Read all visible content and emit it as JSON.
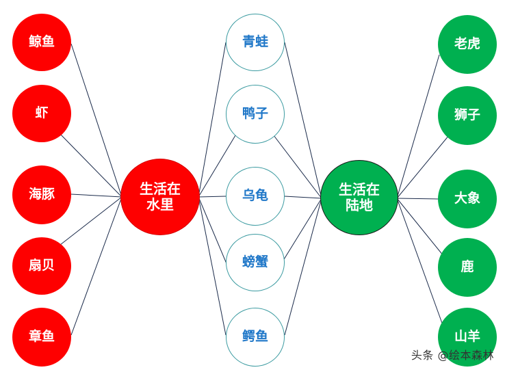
{
  "hubs": {
    "water": "生活在\n水里",
    "land": "生活在\n陆地"
  },
  "water_animals": [
    "鲸鱼",
    "虾",
    "海豚",
    "扇贝",
    "章鱼"
  ],
  "both_animals": [
    "青蛙",
    "鸭子",
    "乌龟",
    "螃蟹",
    "鳄鱼"
  ],
  "land_animals": [
    "老虎",
    "狮子",
    "大象",
    "鹿",
    "山羊"
  ],
  "watermark": "头条 @绘本森林",
  "colors": {
    "water": "#fe0000",
    "land": "#00b050",
    "both_border": "#3a9aa0",
    "both_text": "#1f77c8",
    "links": "#1a2a4a"
  }
}
